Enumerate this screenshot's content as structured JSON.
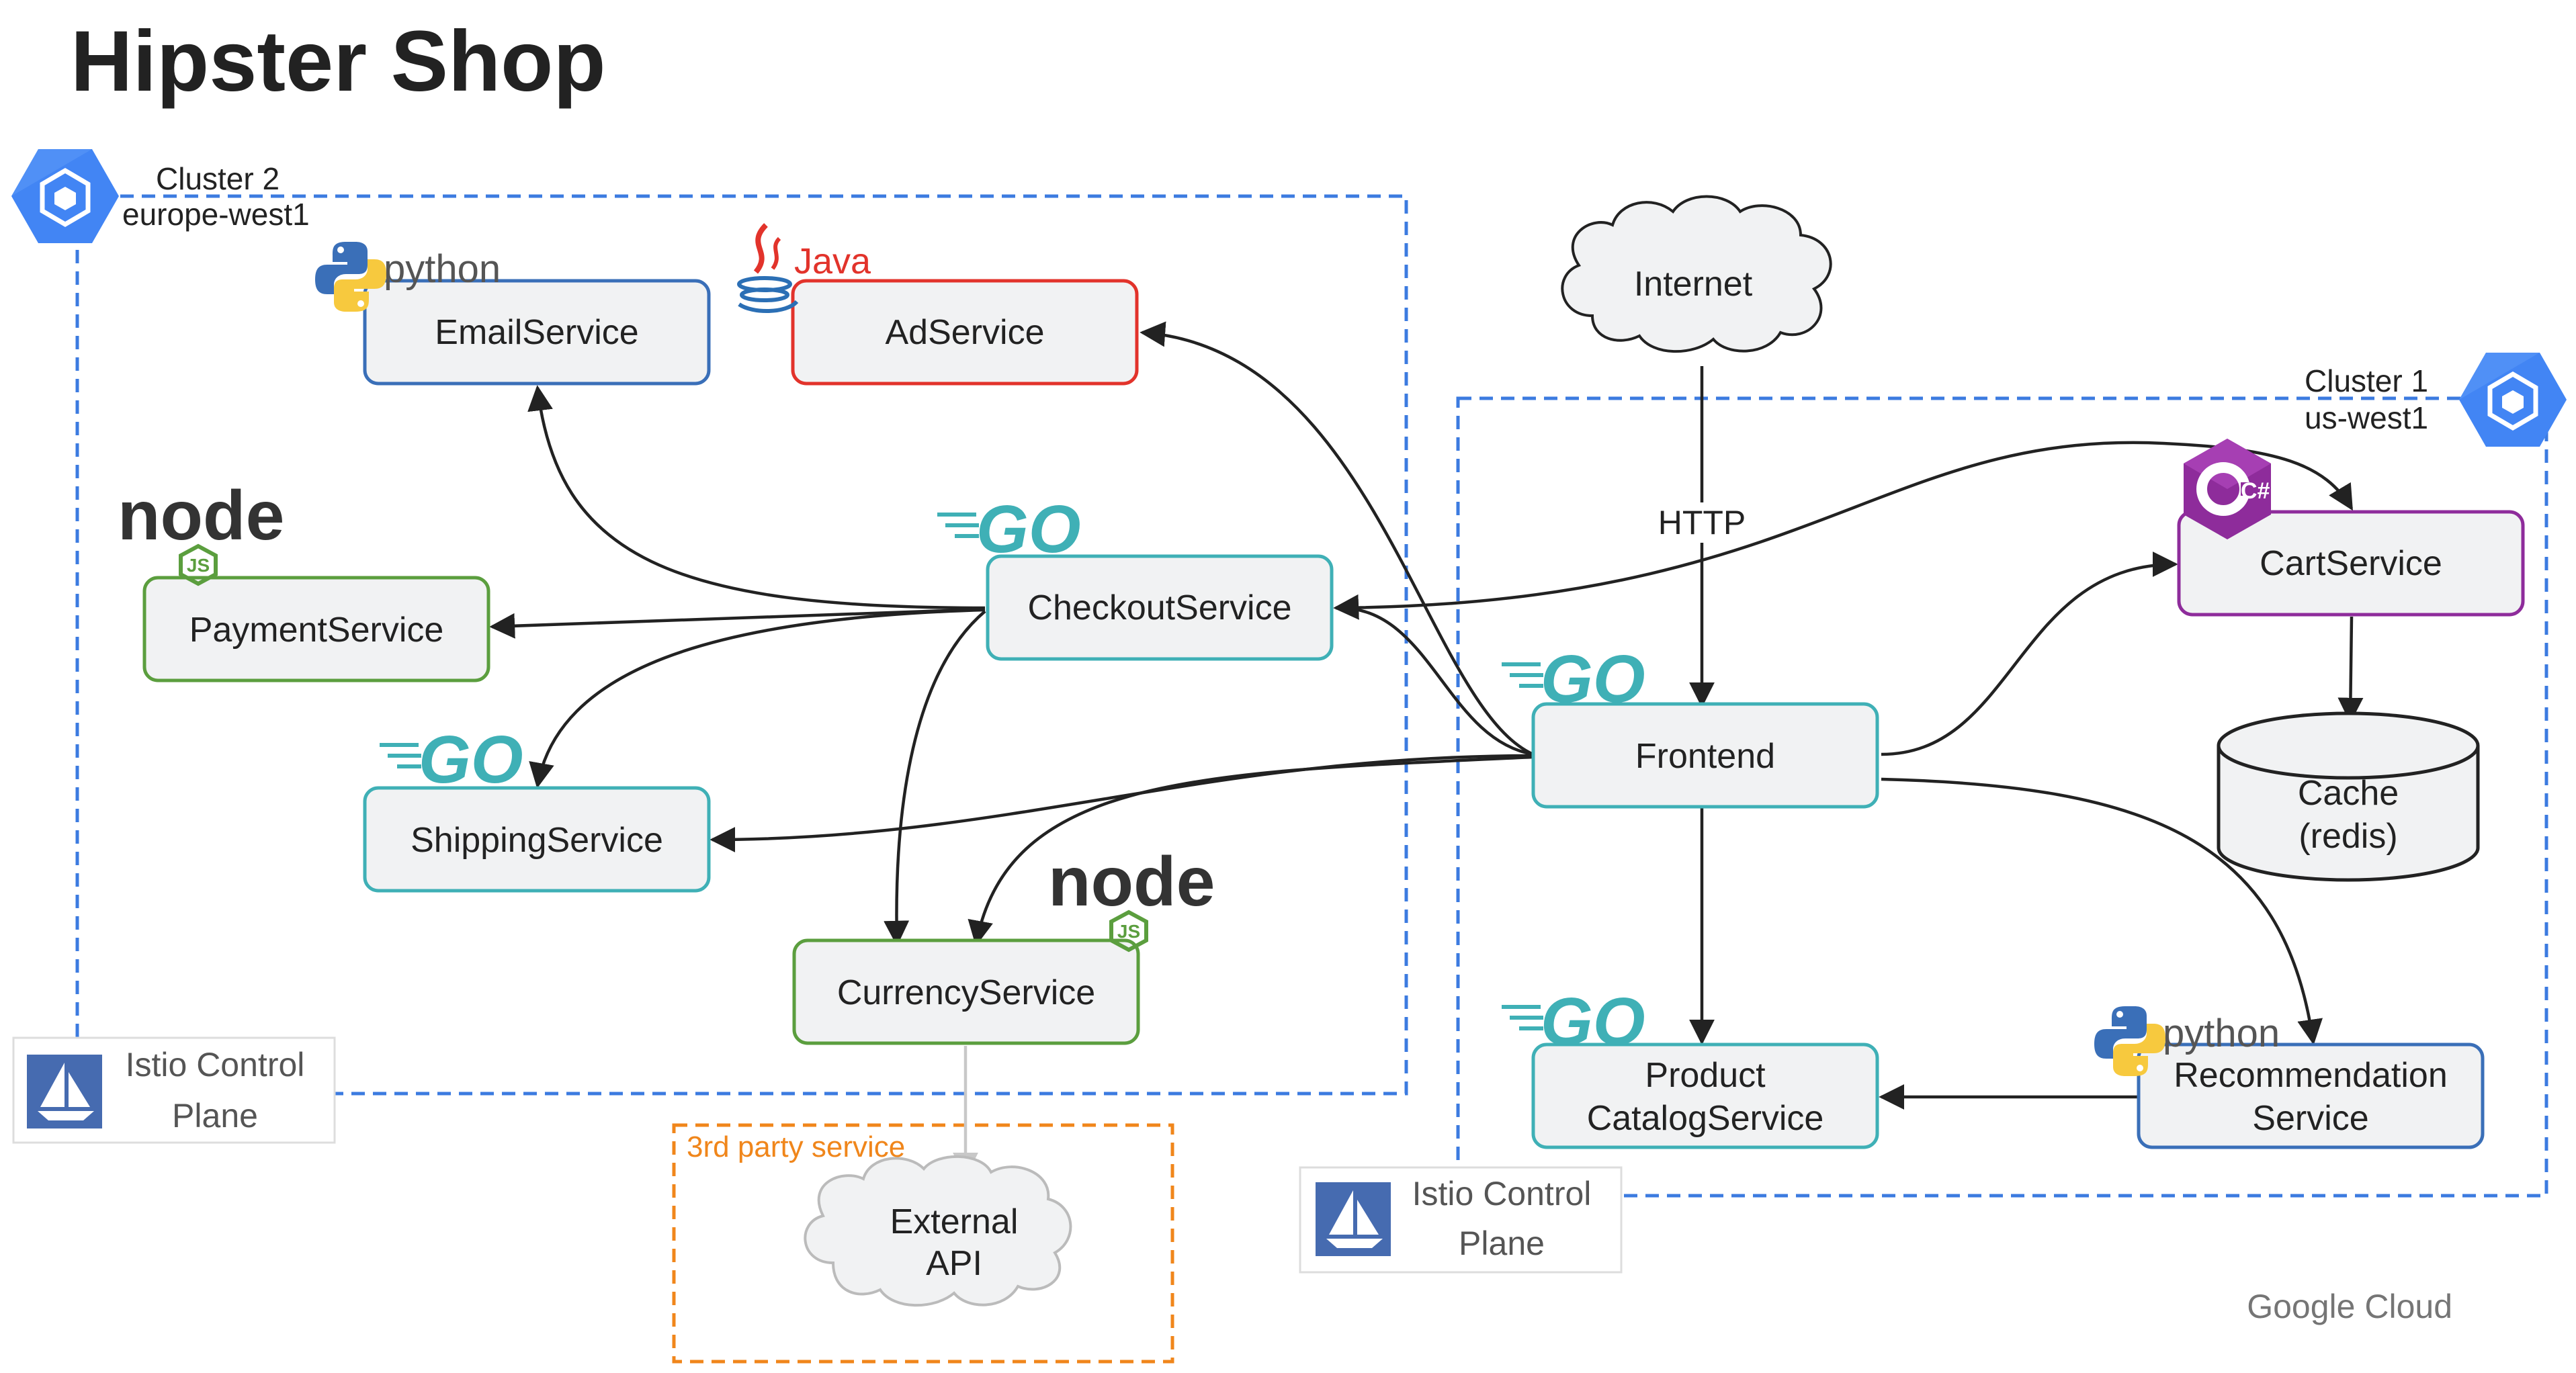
{
  "title": "Hipster Shop",
  "clusters": {
    "cluster2": {
      "name": "Cluster 2",
      "region": "europe-west1"
    },
    "cluster1": {
      "name": "Cluster 1",
      "region": "us-west1"
    }
  },
  "istio": {
    "line1": "Istio Control",
    "line2": "Plane"
  },
  "third_party": "3rd party service",
  "http_label": "HTTP",
  "services": {
    "email": "EmailService",
    "ad": "AdService",
    "payment": "PaymentService",
    "checkout": "CheckoutService",
    "shipping": "ShippingService",
    "currency": "CurrencyService",
    "frontend": "Frontend",
    "cart": "CartService",
    "cache_line1": "Cache",
    "cache_line2": "(redis)",
    "product_line1": "Product",
    "product_line2": "CatalogService",
    "recommendation_line1": "Recommendation",
    "recommendation_line2": "Service"
  },
  "clouds": {
    "internet": "Internet",
    "external_line1": "External",
    "external_line2": "API"
  },
  "language_logos": {
    "python": "python",
    "java": "Java",
    "go": "GO",
    "node": "node",
    "node_js": "JS",
    "csharp": "C#"
  },
  "branding": "Google Cloud",
  "colors": {
    "cluster_border": "#3c7be0",
    "third_party": "#f0861b",
    "python_blue": "#3a6fb8",
    "java_red": "#e2332b",
    "node_green": "#5b9e3e",
    "go_teal": "#3fb0b6",
    "csharp_purple": "#8e2c9b",
    "box_fill": "#f1f2f3"
  }
}
